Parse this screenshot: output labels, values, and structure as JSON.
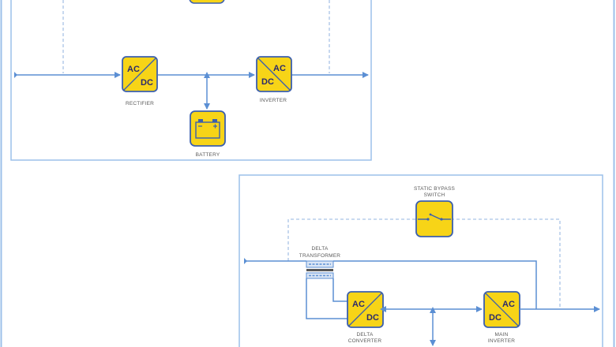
{
  "diagrams": [
    {
      "name": "double-conversion-ups",
      "components": {
        "rectifier": {
          "label": "RECTIFIER",
          "top": "AC",
          "bottom": "DC"
        },
        "inverter": {
          "label": "INVERTER",
          "top": "AC",
          "bottom": "DC"
        },
        "battery": {
          "label": "BATTERY",
          "icon": "battery-icon"
        }
      }
    },
    {
      "name": "delta-conversion-ups",
      "components": {
        "static_bypass": {
          "label_line1": "STATIC BYPASS",
          "label_line2": "SWITCH",
          "icon": "switch-icon"
        },
        "delta_transformer": {
          "label_line1": "DELTA",
          "label_line2": "TRANSFORMER"
        },
        "delta_converter": {
          "label_line1": "DELTA",
          "label_line2": "CONVERTER",
          "top": "AC",
          "bottom": "DC"
        },
        "main_inverter": {
          "label_line1": "MAIN",
          "label_line2": "INVERTER",
          "top": "AC",
          "bottom": "DC"
        }
      }
    }
  ],
  "colors": {
    "line": "#5b8fd4",
    "frame": "#9cc0ea",
    "block_fill": "#f7d417",
    "block_stroke": "#3b5fae",
    "text_dark": "#2b2a6b"
  }
}
